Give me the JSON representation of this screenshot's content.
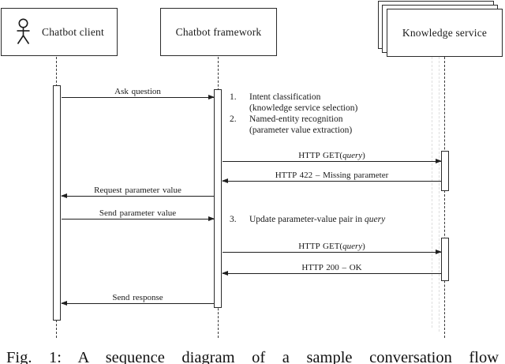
{
  "participants": [
    {
      "label": "Chatbot client",
      "icon": "stick-figure-actor"
    },
    {
      "label": "Chatbot framework"
    },
    {
      "label": "Knowledge service",
      "stacked": true
    }
  ],
  "messages": [
    {
      "label": "Ask question"
    },
    {
      "pre": "HTTP GET(",
      "it": "query",
      "post": ")"
    },
    {
      "label": "HTTP 422 – Missing parameter"
    },
    {
      "label": "Request parameter value"
    },
    {
      "label": "Send parameter value"
    },
    {
      "pre": "HTTP GET(",
      "it": "query",
      "post": ")"
    },
    {
      "label": "HTTP 200 – OK"
    },
    {
      "label": "Send response"
    }
  ],
  "notes": {
    "item1_num": "1.",
    "item1_line1": "Intent classification",
    "item1_line2": "(knowledge service selection)",
    "item2_num": "2.",
    "item2_line1": "Named-entity recognition",
    "item2_line2": "(parameter value extraction)",
    "item3_num": "3.",
    "item3_pre": "Update parameter-value pair in ",
    "item3_it": "query"
  },
  "caption": "Fig. 1: A sequence diagram of a sample conversation flow",
  "colors": {
    "line": "#1f1f1f",
    "box_border": "#2b2b2b",
    "light_lifeline": "#dedede",
    "background": "#ffffff"
  }
}
